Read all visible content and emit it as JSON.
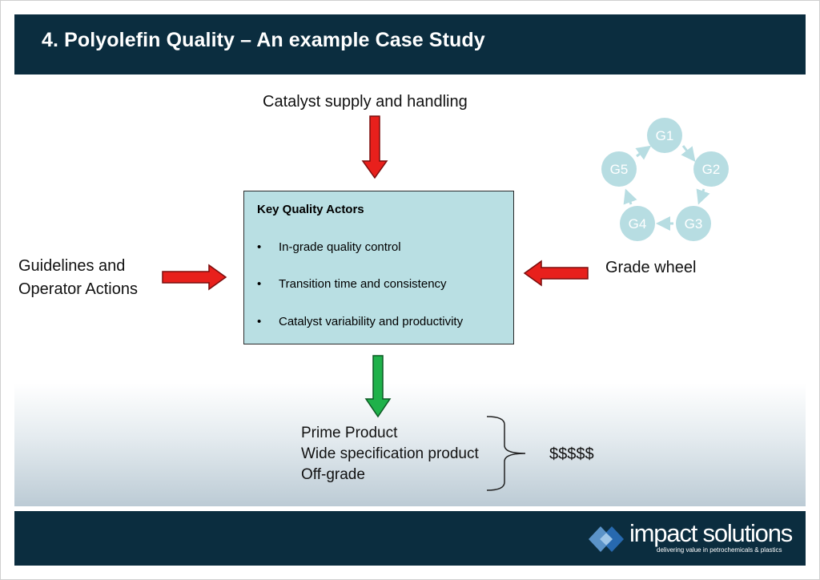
{
  "header": {
    "title": "4. Polyolefin Quality – An example Case Study"
  },
  "inputs": {
    "top": "Catalyst supply and handling",
    "left_line1": "Guidelines and",
    "left_line2": "Operator Actions",
    "right": "Grade wheel"
  },
  "key_box": {
    "heading": "Key Quality Actors",
    "items": [
      "In-grade quality control",
      "Transition time and consistency",
      "Catalyst variability and productivity"
    ]
  },
  "outputs": {
    "items": [
      "Prime Product",
      "Wide specification product",
      "Off-grade"
    ],
    "value": "$$$$$"
  },
  "grade_wheel": {
    "nodes": [
      "G1",
      "G2",
      "G3",
      "G4",
      "G5"
    ],
    "color": "#b7dde2"
  },
  "footer": {
    "brand": "impact solutions",
    "tagline": "delivering value in petrochemicals & plastics"
  },
  "colors": {
    "header": "#0b2d3f",
    "box_fill": "#b9dfe3",
    "input_arrow": "#e8201c",
    "output_arrow": "#1fb14a"
  }
}
